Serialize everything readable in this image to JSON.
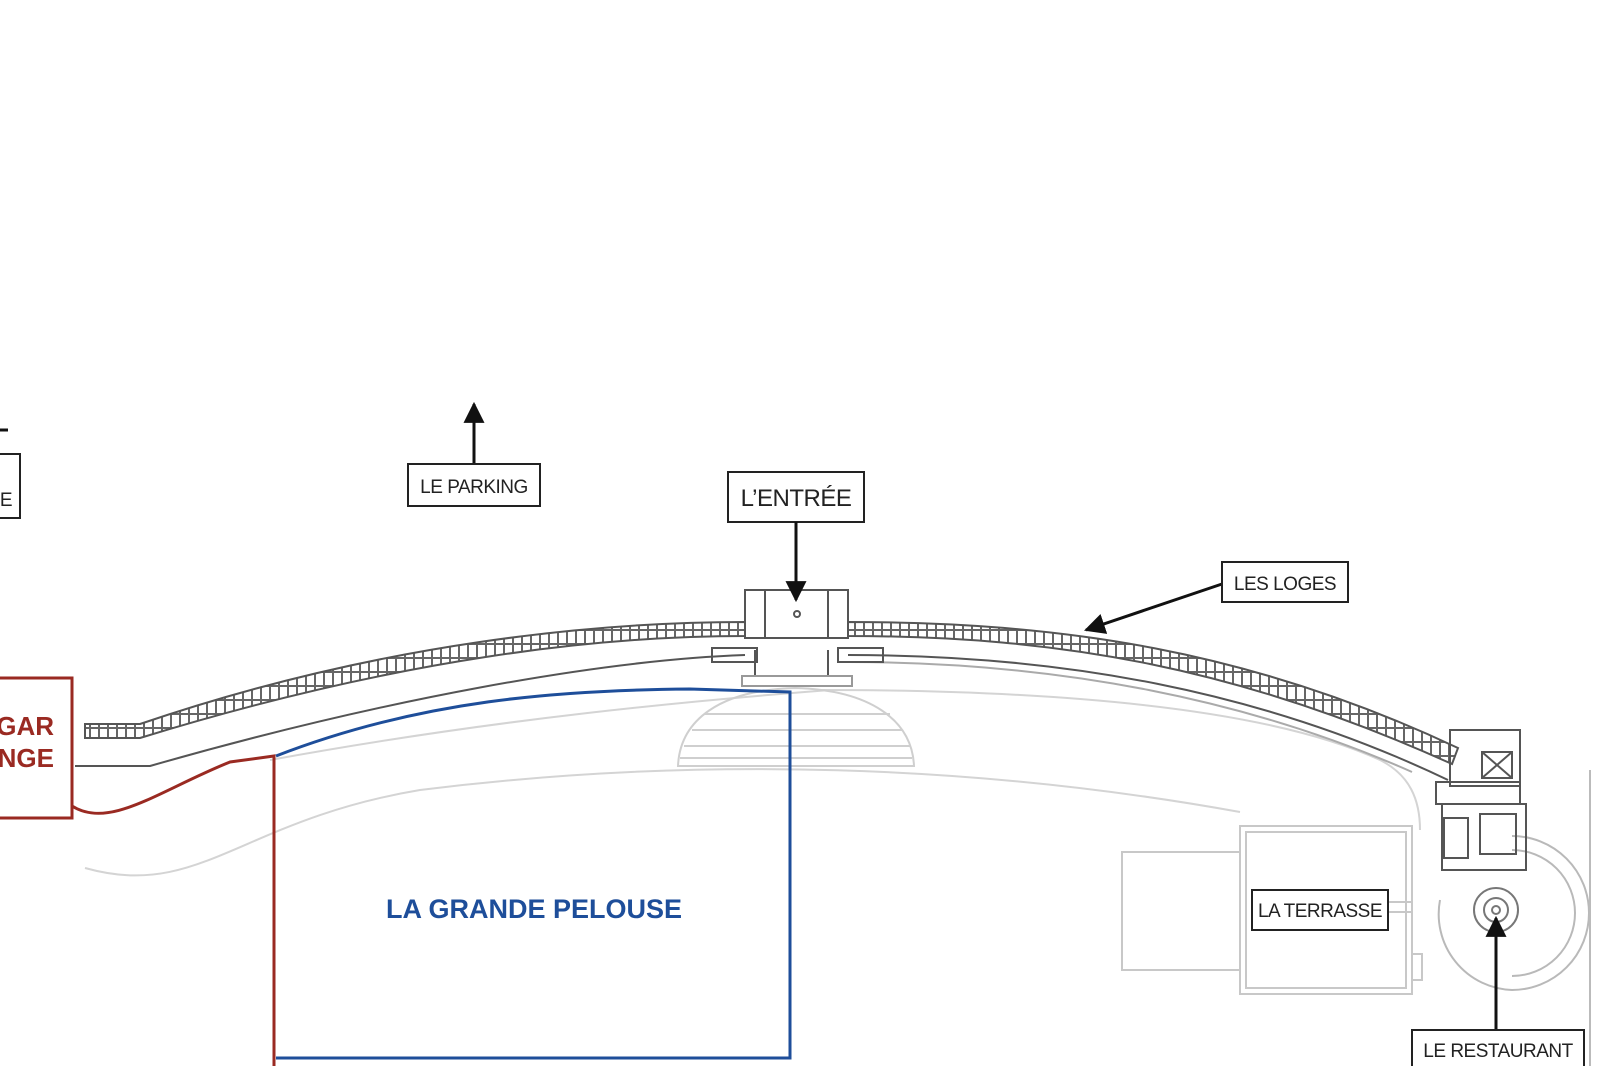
{
  "labels": {
    "parking": "LE PARKING",
    "entree": "L’ENTRÉE",
    "loges": "LES LOGES",
    "terrasse": "LA TERRASSE",
    "restaurant": "LE RESTAURANT",
    "partial_box_letter": "E"
  },
  "zones": {
    "grande_pelouse": "LA GRANDE PELOUSE",
    "cigar_line1": "GAR",
    "cigar_line2": "NGE"
  },
  "colors": {
    "pelouse_outline": "#1e4e9a",
    "cigar_outline": "#9a2a22",
    "structure": "#555555",
    "faint_structure": "#c9c9c9",
    "arrow": "#111111"
  }
}
